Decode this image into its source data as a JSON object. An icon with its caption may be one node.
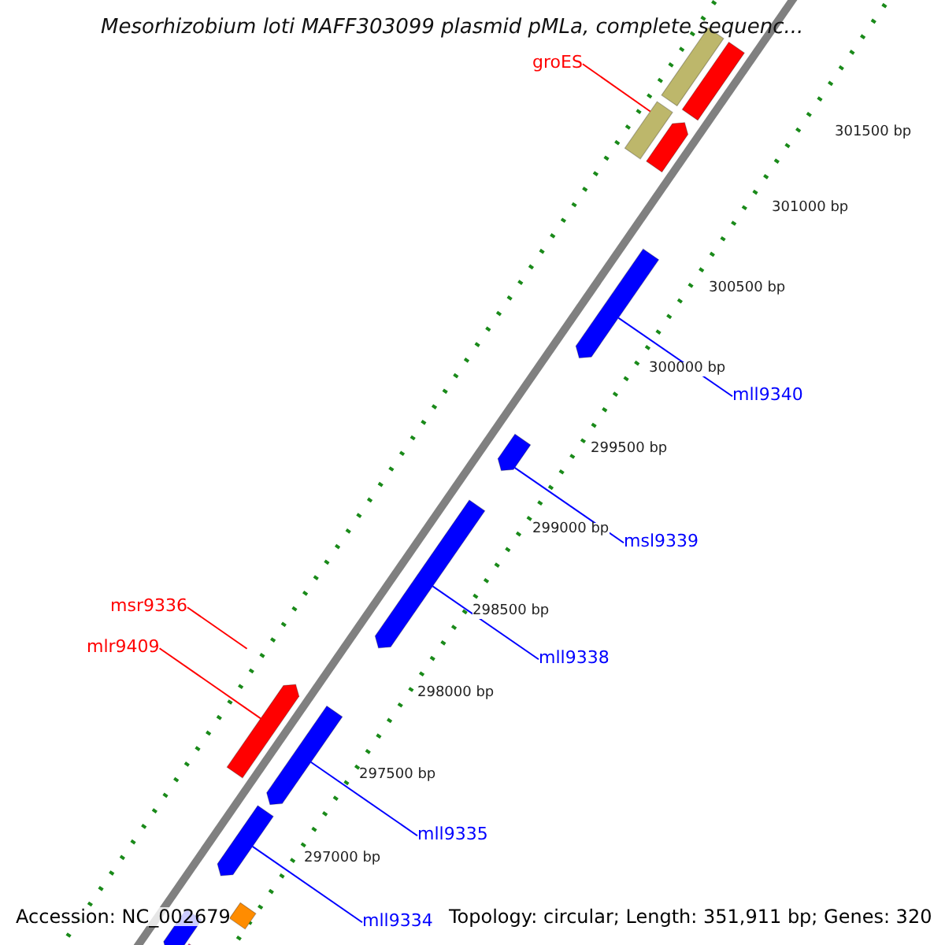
{
  "diagram": {
    "title": "Mesorhizobium loti MAFF303099 plasmid pMLa, complete sequenc...",
    "nodes": [
      {
        "text": [],
        "shape": "bar"
      },
      {
        "text": [],
        "shape": "bar"
      },
      {
        "text": [
          "groES"
        ]
      },
      {
        "text": [],
        "shape": "bar"
      },
      {
        "text": [],
        "shape": "bar"
      },
      {
        "text": [],
        "shape": "bar"
      },
      {
        "text": [
          "mll9340"
        ]
      },
      {
        "text": [],
        "shape": "bar"
      },
      {
        "text": [
          "msl9339"
        ]
      },
      {
        "text": [],
        "shape": "bar"
      },
      {
        "text": [
          "mll9338"
        ]
      },
      {
        "text": [
          "msr9336"
        ]
      },
      {
        "text": [
          "mlr9409"
        ]
      },
      {
        "text": [],
        "shape": "bar"
      },
      {
        "text": [],
        "shape": "bar"
      },
      {
        "text": [
          "mll9335"
        ]
      },
      {
        "text": [],
        "shape": "bar"
      },
      {
        "text": [
          "mll9334"
        ]
      },
      {
        "text": [],
        "shape": "bar"
      },
      {
        "text": [],
        "shape": "bar"
      },
      {
        "text": [],
        "shape": "bar"
      }
    ],
    "edges": [
      {
        "from": 2,
        "to": 3,
        "arrow": "none",
        "color": "#ff0000"
      },
      {
        "from": 6,
        "to": 5,
        "arrow": "none"
      },
      {
        "from": 8,
        "to": 7,
        "arrow": "none"
      },
      {
        "from": 10,
        "to": 9,
        "arrow": "none"
      },
      {
        "from": 11,
        "to": null,
        "arrow": "none",
        "color": "#ff0000"
      },
      {
        "from": 12,
        "to": 13,
        "arrow": "none",
        "color": "#ff0000"
      },
      {
        "from": 15,
        "to": 14,
        "arrow": "none"
      },
      {
        "from": 17,
        "to": 16,
        "arrow": "none"
      }
    ],
    "labels": [
      "301500 bp",
      "301000 bp",
      "300500 bp",
      "300000 bp",
      "299500 bp",
      "299000 bp",
      "298500 bp",
      "298000 bp",
      "297500 bp",
      "297000 bp",
      "Accession: NC_002679",
      "Topology: circular; Length: 351,911 bp; Genes: 320"
    ]
  }
}
